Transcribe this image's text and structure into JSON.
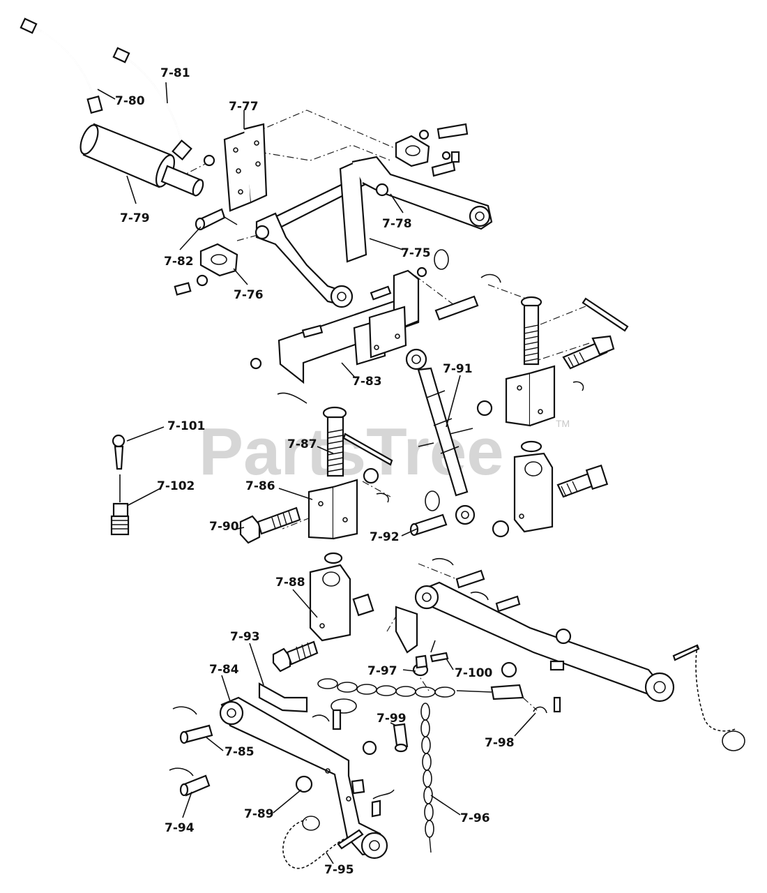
{
  "watermark": {
    "text": "PartsTree",
    "trademark": "TM"
  },
  "callouts": [
    {
      "id": "7-80",
      "text": "7-80"
    },
    {
      "id": "7-81",
      "text": "7-81"
    },
    {
      "id": "7-77",
      "text": "7-77"
    },
    {
      "id": "7-79",
      "text": "7-79"
    },
    {
      "id": "7-78",
      "text": "7-78"
    },
    {
      "id": "7-75",
      "text": "7-75"
    },
    {
      "id": "7-82",
      "text": "7-82"
    },
    {
      "id": "7-76",
      "text": "7-76"
    },
    {
      "id": "7-83",
      "text": "7-83"
    },
    {
      "id": "7-91",
      "text": "7-91"
    },
    {
      "id": "7-101",
      "text": "7-101"
    },
    {
      "id": "7-87",
      "text": "7-87"
    },
    {
      "id": "7-102",
      "text": "7-102"
    },
    {
      "id": "7-86",
      "text": "7-86"
    },
    {
      "id": "7-90",
      "text": "7-90"
    },
    {
      "id": "7-92",
      "text": "7-92"
    },
    {
      "id": "7-88",
      "text": "7-88"
    },
    {
      "id": "7-93",
      "text": "7-93"
    },
    {
      "id": "7-84",
      "text": "7-84"
    },
    {
      "id": "7-97",
      "text": "7-97"
    },
    {
      "id": "7-100",
      "text": "7-100"
    },
    {
      "id": "7-99",
      "text": "7-99"
    },
    {
      "id": "7-85",
      "text": "7-85"
    },
    {
      "id": "7-98",
      "text": "7-98"
    },
    {
      "id": "7-89",
      "text": "7-89"
    },
    {
      "id": "7-96",
      "text": "7-96"
    },
    {
      "id": "7-94",
      "text": "7-94"
    },
    {
      "id": "7-95",
      "text": "7-95"
    }
  ]
}
